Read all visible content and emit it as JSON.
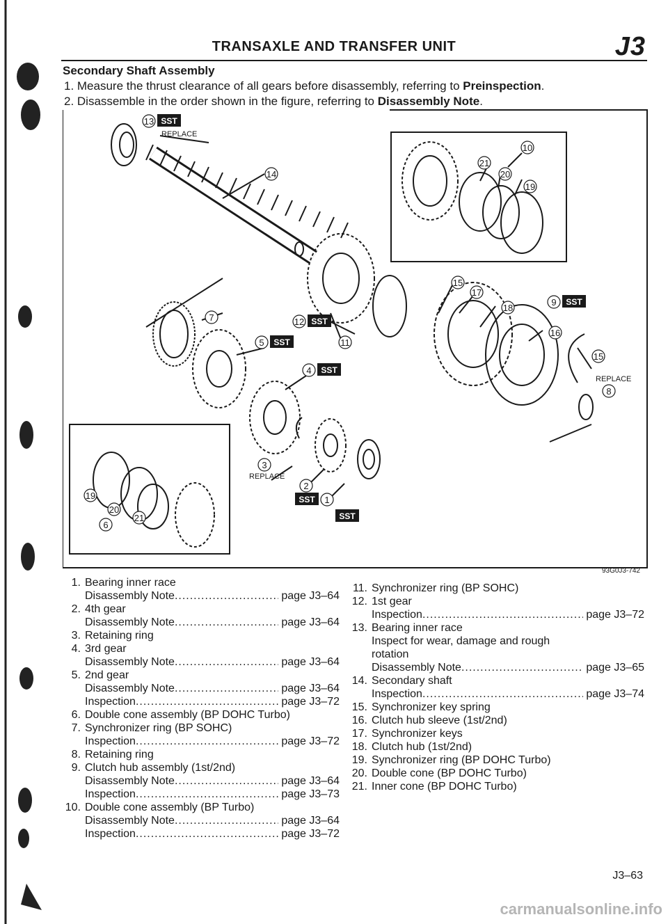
{
  "header": {
    "title": "TRANSAXLE AND TRANSFER UNIT",
    "code": "J3"
  },
  "section": {
    "title": "Secondary Shaft Assembly",
    "steps": [
      {
        "text_before": "1. Measure the thrust clearance of all gears before disassembly, referring to ",
        "bold": "Preinspection",
        "text_after": "."
      },
      {
        "text_before": "2. Disassemble in the order shown in the figure, referring to ",
        "bold": "Disassembly Note",
        "text_after": "."
      }
    ]
  },
  "figure": {
    "code": "93G0J3-742",
    "replace_label": "REPLACE",
    "sst_label": "SST",
    "callouts": [
      "1",
      "2",
      "3",
      "4",
      "5",
      "6",
      "7",
      "8",
      "9",
      "10",
      "11",
      "12",
      "13",
      "14",
      "15",
      "16",
      "17",
      "18",
      "19",
      "20",
      "21"
    ]
  },
  "parts_left": [
    {
      "num": "1.",
      "name": "Bearing inner race",
      "refs": [
        {
          "label": "Disassembly Note",
          "page": "page J3–64"
        }
      ]
    },
    {
      "num": "2.",
      "name": "4th gear",
      "refs": [
        {
          "label": "Disassembly Note",
          "page": "page J3–64"
        }
      ]
    },
    {
      "num": "3.",
      "name": "Retaining ring",
      "refs": []
    },
    {
      "num": "4.",
      "name": "3rd gear",
      "refs": [
        {
          "label": "Disassembly Note",
          "page": "page J3–64"
        }
      ]
    },
    {
      "num": "5.",
      "name": "2nd gear",
      "refs": [
        {
          "label": "Disassembly Note",
          "page": "page J3–64"
        },
        {
          "label": "Inspection",
          "page": "page J3–72"
        }
      ]
    },
    {
      "num": "6.",
      "name": "Double cone assembly (BP DOHC Turbo)",
      "refs": []
    },
    {
      "num": "7.",
      "name": "Synchronizer ring (BP SOHC)",
      "refs": [
        {
          "label": "Inspection",
          "page": "page J3–72"
        }
      ]
    },
    {
      "num": "8.",
      "name": "Retaining ring",
      "refs": []
    },
    {
      "num": "9.",
      "name": "Clutch hub assembly (1st/2nd)",
      "refs": [
        {
          "label": "Disassembly Note",
          "page": "page J3–64"
        },
        {
          "label": "Inspection",
          "page": "page J3–73"
        }
      ]
    },
    {
      "num": "10.",
      "name": "Double cone assembly (BP Turbo)",
      "refs": [
        {
          "label": "Disassembly Note",
          "page": "page J3–64"
        },
        {
          "label": "Inspection",
          "page": "page J3–72"
        }
      ]
    }
  ],
  "parts_right": [
    {
      "num": "11.",
      "name": "Synchronizer ring (BP SOHC)",
      "refs": []
    },
    {
      "num": "12.",
      "name": "1st gear",
      "refs": [
        {
          "label": "Inspection",
          "page": "page J3–72"
        }
      ]
    },
    {
      "num": "13.",
      "name": "Bearing inner race",
      "refs": [],
      "notes": [
        "Inspect for wear, damage and rough",
        "rotation"
      ],
      "refs_after": [
        {
          "label": "Disassembly Note",
          "page": "page J3–65"
        }
      ]
    },
    {
      "num": "14.",
      "name": "Secondary shaft",
      "refs": [
        {
          "label": "Inspection",
          "page": "page J3–74"
        }
      ]
    },
    {
      "num": "15.",
      "name": "Synchronizer key spring",
      "refs": []
    },
    {
      "num": "16.",
      "name": "Clutch hub sleeve (1st/2nd)",
      "refs": []
    },
    {
      "num": "17.",
      "name": "Synchronizer keys",
      "refs": []
    },
    {
      "num": "18.",
      "name": "Clutch hub (1st/2nd)",
      "refs": []
    },
    {
      "num": "19.",
      "name": "Synchronizer ring (BP DOHC Turbo)",
      "refs": []
    },
    {
      "num": "20.",
      "name": "Double cone (BP DOHC Turbo)",
      "refs": []
    },
    {
      "num": "21.",
      "name": "Inner cone (BP DOHC Turbo)",
      "refs": []
    }
  ],
  "page_number": "J3–63",
  "watermark": "carmanualsonline.info"
}
